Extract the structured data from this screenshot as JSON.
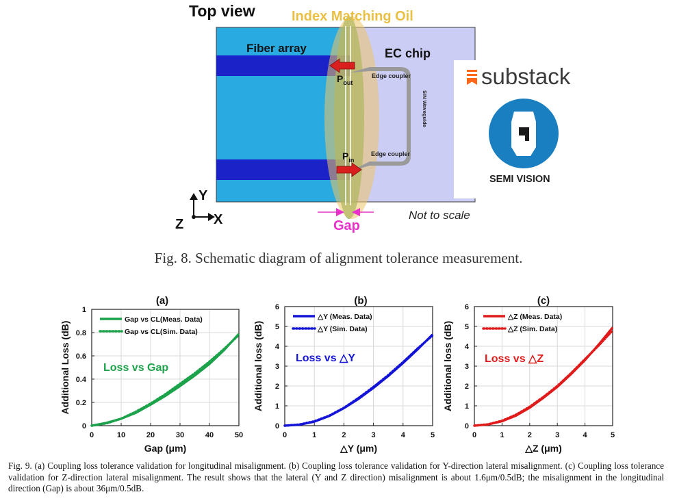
{
  "figure8": {
    "top_view": "Top view",
    "oil_label": "Index Matching Oil",
    "fiber_array": "Fiber array",
    "ec_chip": "EC chip",
    "edge_coupler_top": "Edge coupler",
    "edge_coupler_bottom": "Edge coupler",
    "waveguide": "SiN Waveguide",
    "p_out": "P",
    "p_out_sub": "out",
    "p_in": "P",
    "p_in_sub": "in",
    "gap": "Gap",
    "not_to_scale": "Not to scale",
    "axis_y": "Y",
    "axis_x": "X",
    "axis_z": "Z",
    "caption": "Fig. 8. Schematic diagram of alignment tolerance measurement.",
    "colors": {
      "fiber": "#29abe2",
      "core": "#1a22c8",
      "chip": "#cccdf5",
      "oil": "#e9c36e",
      "green_ellipse": "#7fb26b",
      "arrow": "#d9201f",
      "gap": "#e832c9"
    }
  },
  "watermark": {
    "brand": "substack",
    "logo_text": "SEMI VISION",
    "logo_color": "#1a7fc1",
    "brand_color": "#ff6719"
  },
  "chart_data": [
    {
      "type": "line",
      "panel": "(a)",
      "xlabel": "Gap (μm)",
      "ylabel": "Additional Loss (dB)",
      "xlim": [
        0,
        50
      ],
      "ylim": [
        0,
        1
      ],
      "xticks": [
        "0",
        "10",
        "20",
        "30",
        "40",
        "50"
      ],
      "yticks": [
        "0",
        "0.2",
        "0.4",
        "0.6",
        "0.8",
        "1"
      ],
      "annotation": "Loss vs Gap",
      "color": "#1ba24a",
      "series": [
        {
          "name": "Gap vs CL(Meas. Data)",
          "style": "solid",
          "x": [
            0,
            5,
            10,
            15,
            20,
            25,
            30,
            35,
            40,
            45,
            50
          ],
          "y": [
            0,
            0.025,
            0.06,
            0.11,
            0.18,
            0.255,
            0.34,
            0.43,
            0.53,
            0.65,
            0.79
          ]
        },
        {
          "name": "Gap vs CL(Sim. Data)",
          "style": "dotted",
          "x": [
            0,
            5,
            10,
            15,
            20,
            25,
            30,
            35,
            40,
            45,
            50
          ],
          "y": [
            0,
            0.02,
            0.06,
            0.12,
            0.19,
            0.27,
            0.36,
            0.45,
            0.55,
            0.66,
            0.78
          ]
        }
      ]
    },
    {
      "type": "line",
      "panel": "(b)",
      "xlabel": "△Y (μm)",
      "ylabel": "Additional loss (dB)",
      "xlim": [
        0,
        5
      ],
      "ylim": [
        0,
        6
      ],
      "xticks": [
        "0",
        "1",
        "2",
        "3",
        "4",
        "5"
      ],
      "yticks": [
        "0",
        "1",
        "2",
        "3",
        "4",
        "5",
        "6"
      ],
      "annotation": "Loss vs △Y",
      "color": "#1414d6",
      "series": [
        {
          "name": "△Y (Meas. Data)",
          "style": "solid",
          "x": [
            0,
            0.5,
            1,
            1.5,
            2,
            2.5,
            3,
            3.5,
            4,
            4.5,
            5
          ],
          "y": [
            0,
            0.05,
            0.2,
            0.48,
            0.88,
            1.35,
            1.9,
            2.5,
            3.15,
            3.85,
            4.6
          ]
        },
        {
          "name": "△Y (Sim. Data)",
          "style": "dotted",
          "x": [
            0,
            0.5,
            1,
            1.5,
            2,
            2.5,
            3,
            3.5,
            4,
            4.5,
            5
          ],
          "y": [
            0,
            0.06,
            0.22,
            0.5,
            0.9,
            1.4,
            1.95,
            2.55,
            3.2,
            3.9,
            4.55
          ]
        }
      ]
    },
    {
      "type": "line",
      "panel": "(c)",
      "xlabel": "△Z (μm)",
      "ylabel": "Additional loss (dB)",
      "xlim": [
        0,
        5
      ],
      "ylim": [
        0,
        6
      ],
      "xticks": [
        "0",
        "1",
        "2",
        "3",
        "4",
        "5"
      ],
      "yticks": [
        "0",
        "1",
        "2",
        "3",
        "4",
        "5",
        "6"
      ],
      "annotation": "Loss vs △Z",
      "color": "#e01b1b",
      "series": [
        {
          "name": "△Z (Meas. Data)",
          "style": "solid",
          "x": [
            0,
            0.5,
            1,
            1.5,
            2,
            2.5,
            3,
            3.5,
            4,
            4.5,
            5
          ],
          "y": [
            0,
            0.06,
            0.22,
            0.5,
            0.9,
            1.4,
            1.95,
            2.6,
            3.3,
            4.1,
            4.95
          ]
        },
        {
          "name": "△Z (Sim. Data)",
          "style": "dotted",
          "x": [
            0,
            0.5,
            1,
            1.5,
            2,
            2.5,
            3,
            3.5,
            4,
            4.5,
            5
          ],
          "y": [
            0,
            0.07,
            0.25,
            0.55,
            0.95,
            1.45,
            2.0,
            2.65,
            3.35,
            4.05,
            4.8
          ]
        }
      ]
    }
  ],
  "figure9_caption": "Fig. 9. (a) Coupling loss tolerance validation for longitudinal misalignment. (b) Coupling loss tolerance validation for Y-direction lateral misalignment. (c) Coupling loss tolerance validation for Z-direction lateral misalignment. The result shows that the lateral (Y and Z direction) misalignment is about 1.6μm/0.5dB; the misalignment in the longitudinal direction (Gap) is about 36μm/0.5dB."
}
